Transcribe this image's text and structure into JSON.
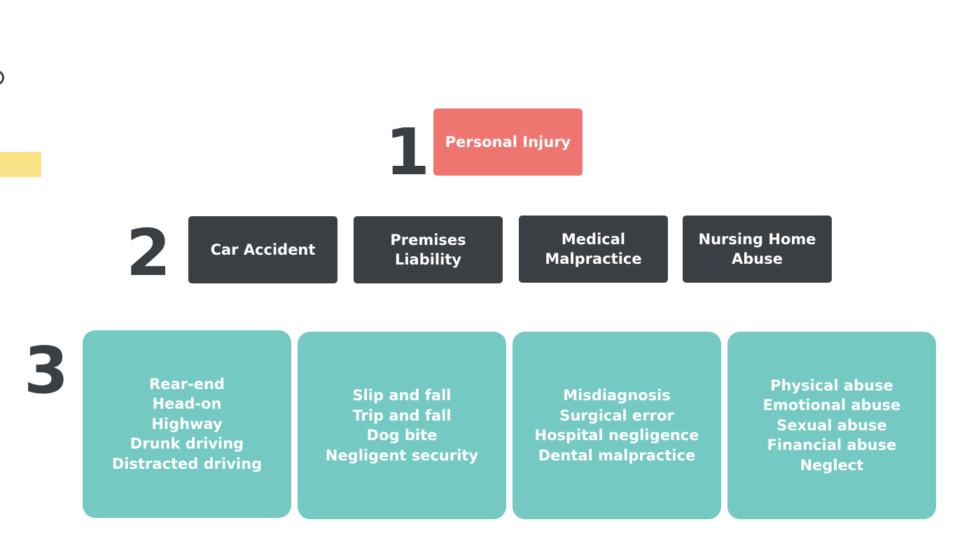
{
  "colors": {
    "root": "#ef7670",
    "category": "#3a3f44",
    "subcategory": "#74c9c2",
    "level_number": "#3a3f44",
    "yellow_accent": "#fbe38a",
    "text_on_box": "#ffffff"
  },
  "levels": [
    {
      "number": "1"
    },
    {
      "number": "2"
    },
    {
      "number": "3"
    }
  ],
  "root": {
    "label": "Personal Injury"
  },
  "categories": [
    {
      "label": "Car Accident"
    },
    {
      "label": "Premises\nLiability"
    },
    {
      "label": "Medical\nMalpractice"
    },
    {
      "label": "Nursing Home\nAbuse"
    }
  ],
  "subcategories": [
    {
      "items": [
        "Rear-end",
        "Head-on",
        "Highway",
        "Drunk driving",
        "Distracted driving"
      ]
    },
    {
      "items": [
        "Slip and fall",
        "Trip and fall",
        "Dog bite",
        "Negligent security"
      ]
    },
    {
      "items": [
        "Misdiagnosis",
        "Surgical error",
        "Hospital negligence",
        "Dental malpractice"
      ]
    },
    {
      "items": [
        "Physical abuse",
        "Emotional abuse",
        "Sexual abuse",
        "Financial abuse",
        "Neglect"
      ]
    }
  ]
}
